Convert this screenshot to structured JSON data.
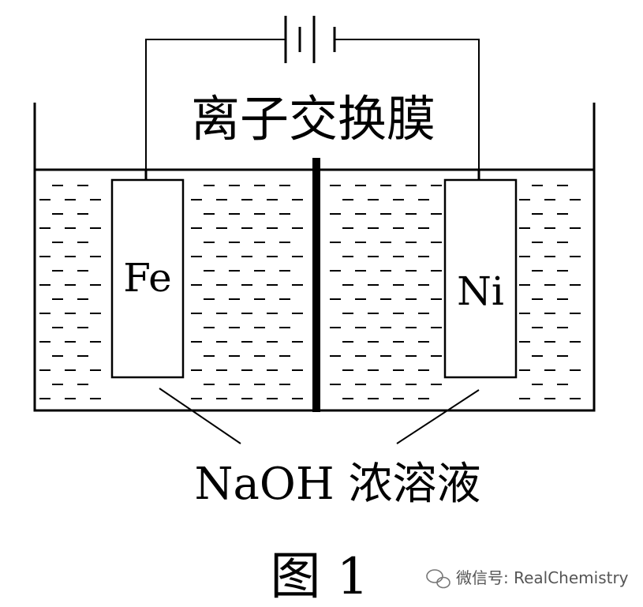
{
  "membrane_label": "离子交换膜",
  "left_electrode_label": "Fe",
  "right_electrode_label": "Ni",
  "solution_label": "NaOH 浓溶液",
  "figure_caption": "图 1",
  "watermark": {
    "text": "微信号: RealChemistry",
    "icon": "wechat-icon"
  },
  "colors": {
    "ink": "#000000",
    "background": "#ffffff",
    "watermark": "#555555"
  }
}
